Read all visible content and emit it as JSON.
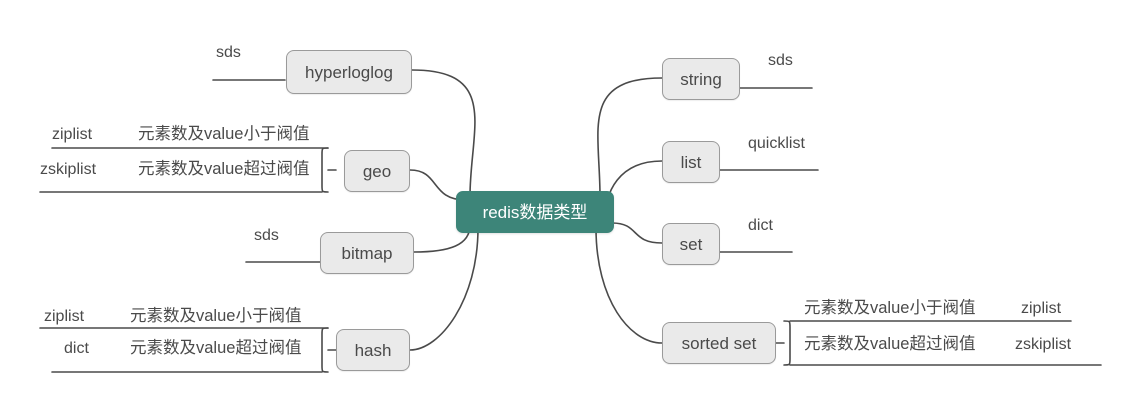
{
  "diagram": {
    "title": "redis数据类型",
    "type": "mindmap",
    "colors": {
      "center_fill": "#3d8579",
      "center_text": "#ffffff",
      "node_fill": "#eaeaea",
      "node_border": "#9a9a9a",
      "node_text": "#4a4a4a",
      "edge_stroke": "#4a4a4a",
      "background": "#ffffff"
    },
    "center": {
      "label": "redis数据类型"
    },
    "left_branches": [
      {
        "id": "hyperloglog",
        "label": "hyperloglog",
        "children": [
          {
            "label": "sds"
          }
        ]
      },
      {
        "id": "geo",
        "label": "geo",
        "children": [
          {
            "label": "ziplist",
            "condition": "元素数及value小于阀值"
          },
          {
            "label": "zskiplist",
            "condition": "元素数及value超过阀值"
          }
        ]
      },
      {
        "id": "bitmap",
        "label": "bitmap",
        "children": [
          {
            "label": "sds"
          }
        ]
      },
      {
        "id": "hash",
        "label": "hash",
        "children": [
          {
            "label": "ziplist",
            "condition": "元素数及value小于阀值"
          },
          {
            "label": "dict",
            "condition": "元素数及value超过阀值"
          }
        ]
      }
    ],
    "right_branches": [
      {
        "id": "string",
        "label": "string",
        "children": [
          {
            "label": "sds"
          }
        ]
      },
      {
        "id": "list",
        "label": "list",
        "children": [
          {
            "label": "quicklist"
          }
        ]
      },
      {
        "id": "set",
        "label": "set",
        "children": [
          {
            "label": "dict"
          }
        ]
      },
      {
        "id": "sorted-set",
        "label": "sorted set",
        "children": [
          {
            "condition": "元素数及value小于阀值",
            "label": "ziplist"
          },
          {
            "condition": "元素数及value超过阀值",
            "label": "zskiplist"
          }
        ]
      }
    ]
  }
}
